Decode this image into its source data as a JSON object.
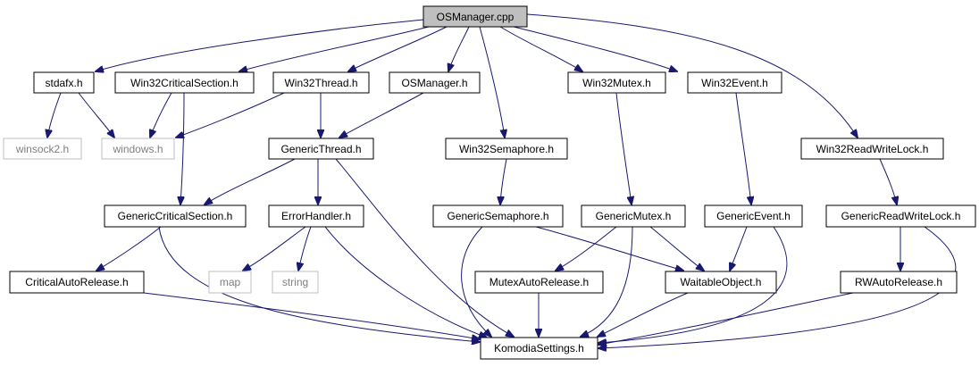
{
  "graph": {
    "colors": {
      "edge": "#191970",
      "root_fill": "#bfbfbf",
      "external_border": "#bfbfbf",
      "external_text": "#808080"
    },
    "nodes": {
      "osmanager_cpp": {
        "label": "OSManager.cpp",
        "kind": "root"
      },
      "stdafx_h": {
        "label": "stdafx.h",
        "kind": "internal"
      },
      "win32criticalsection_h": {
        "label": "Win32CriticalSection.h",
        "kind": "internal"
      },
      "win32thread_h": {
        "label": "Win32Thread.h",
        "kind": "internal"
      },
      "osmanager_h": {
        "label": "OSManager.h",
        "kind": "internal"
      },
      "win32mutex_h": {
        "label": "Win32Mutex.h",
        "kind": "internal"
      },
      "win32event_h": {
        "label": "Win32Event.h",
        "kind": "internal"
      },
      "winsock2_h": {
        "label": "winsock2.h",
        "kind": "external"
      },
      "windows_h": {
        "label": "windows.h",
        "kind": "external"
      },
      "genericthread_h": {
        "label": "GenericThread.h",
        "kind": "internal"
      },
      "win32semaphore_h": {
        "label": "Win32Semaphore.h",
        "kind": "internal"
      },
      "win32readwritelock_h": {
        "label": "Win32ReadWriteLock.h",
        "kind": "internal"
      },
      "genericcriticalsection_h": {
        "label": "GenericCriticalSection.h",
        "kind": "internal"
      },
      "errorhandler_h": {
        "label": "ErrorHandler.h",
        "kind": "internal"
      },
      "genericsemaphore_h": {
        "label": "GenericSemaphore.h",
        "kind": "internal"
      },
      "genericmutex_h": {
        "label": "GenericMutex.h",
        "kind": "internal"
      },
      "genericevent_h": {
        "label": "GenericEvent.h",
        "kind": "internal"
      },
      "genericreadwritelock_h": {
        "label": "GenericReadWriteLock.h",
        "kind": "internal"
      },
      "criticalautorelease_h": {
        "label": "CriticalAutoRelease.h",
        "kind": "internal"
      },
      "map": {
        "label": "map",
        "kind": "external"
      },
      "string": {
        "label": "string",
        "kind": "external"
      },
      "mutexautorelease_h": {
        "label": "MutexAutoRelease.h",
        "kind": "internal"
      },
      "waitableobject_h": {
        "label": "WaitableObject.h",
        "kind": "internal"
      },
      "rwautorelease_h": {
        "label": "RWAutoRelease.h",
        "kind": "internal"
      },
      "komodiasettings_h": {
        "label": "KomodiaSettings.h",
        "kind": "internal"
      }
    },
    "edges": [
      {
        "from": "osmanager_cpp",
        "to": "stdafx_h"
      },
      {
        "from": "osmanager_cpp",
        "to": "win32criticalsection_h"
      },
      {
        "from": "osmanager_cpp",
        "to": "win32thread_h"
      },
      {
        "from": "osmanager_cpp",
        "to": "osmanager_h"
      },
      {
        "from": "osmanager_cpp",
        "to": "win32semaphore_h"
      },
      {
        "from": "osmanager_cpp",
        "to": "win32mutex_h"
      },
      {
        "from": "osmanager_cpp",
        "to": "win32event_h"
      },
      {
        "from": "osmanager_cpp",
        "to": "win32readwritelock_h"
      },
      {
        "from": "stdafx_h",
        "to": "winsock2_h"
      },
      {
        "from": "stdafx_h",
        "to": "windows_h"
      },
      {
        "from": "win32criticalsection_h",
        "to": "windows_h"
      },
      {
        "from": "win32criticalsection_h",
        "to": "genericcriticalsection_h"
      },
      {
        "from": "win32thread_h",
        "to": "windows_h"
      },
      {
        "from": "win32thread_h",
        "to": "genericthread_h"
      },
      {
        "from": "osmanager_h",
        "to": "genericthread_h"
      },
      {
        "from": "genericthread_h",
        "to": "genericcriticalsection_h"
      },
      {
        "from": "genericthread_h",
        "to": "errorhandler_h"
      },
      {
        "from": "genericthread_h",
        "to": "komodiasettings_h"
      },
      {
        "from": "win32semaphore_h",
        "to": "genericsemaphore_h"
      },
      {
        "from": "win32mutex_h",
        "to": "genericmutex_h"
      },
      {
        "from": "win32event_h",
        "to": "genericevent_h"
      },
      {
        "from": "win32readwritelock_h",
        "to": "genericreadwritelock_h"
      },
      {
        "from": "genericcriticalsection_h",
        "to": "criticalautorelease_h"
      },
      {
        "from": "genericcriticalsection_h",
        "to": "komodiasettings_h"
      },
      {
        "from": "errorhandler_h",
        "to": "map"
      },
      {
        "from": "errorhandler_h",
        "to": "string"
      },
      {
        "from": "errorhandler_h",
        "to": "komodiasettings_h"
      },
      {
        "from": "genericsemaphore_h",
        "to": "waitableobject_h"
      },
      {
        "from": "genericsemaphore_h",
        "to": "komodiasettings_h"
      },
      {
        "from": "genericmutex_h",
        "to": "mutexautorelease_h"
      },
      {
        "from": "genericmutex_h",
        "to": "waitableobject_h"
      },
      {
        "from": "genericmutex_h",
        "to": "komodiasettings_h"
      },
      {
        "from": "genericevent_h",
        "to": "waitableobject_h"
      },
      {
        "from": "genericevent_h",
        "to": "komodiasettings_h"
      },
      {
        "from": "genericreadwritelock_h",
        "to": "rwautorelease_h"
      },
      {
        "from": "genericreadwritelock_h",
        "to": "komodiasettings_h"
      },
      {
        "from": "criticalautorelease_h",
        "to": "komodiasettings_h"
      },
      {
        "from": "mutexautorelease_h",
        "to": "komodiasettings_h"
      },
      {
        "from": "waitableobject_h",
        "to": "komodiasettings_h"
      },
      {
        "from": "rwautorelease_h",
        "to": "komodiasettings_h"
      }
    ]
  }
}
